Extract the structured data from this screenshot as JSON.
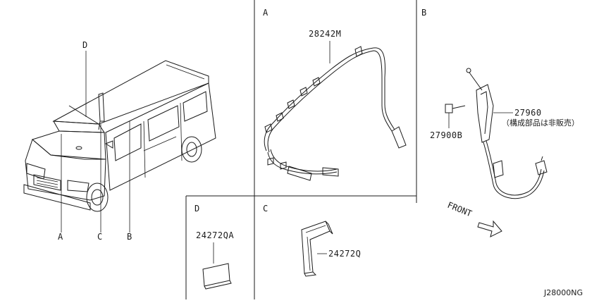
{
  "diagram": {
    "vehicle_callouts": {
      "d": "D",
      "a": "A",
      "c": "C",
      "b": "B"
    },
    "panel_a": {
      "label": "A",
      "part": "28242M"
    },
    "panel_b": {
      "label": "B",
      "part_main": "27960",
      "part_note": "（構成部品は非販売）",
      "part_bolt": "27900B",
      "front_text": "FRONT"
    },
    "panel_c": {
      "label": "C",
      "part": "24272Q"
    },
    "panel_d": {
      "label": "D",
      "part": "24272QA"
    },
    "diagram_code": "J28000NG"
  }
}
